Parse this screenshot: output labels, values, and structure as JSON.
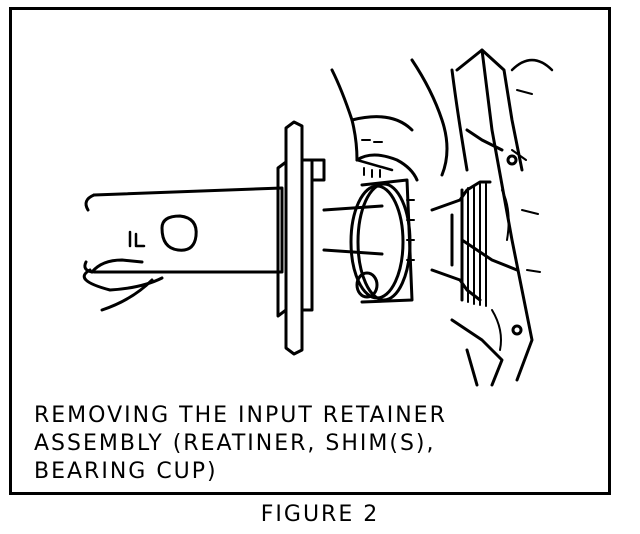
{
  "caption": {
    "line1": "REMOVING THE INPUT RETAINER",
    "line2": "ASSEMBLY (REATINER, SHIM(S),",
    "line3": "BEARING CUP)"
  },
  "figure_label": "FIGURE 2",
  "colors": {
    "ink": "#000000",
    "paper": "#ffffff"
  }
}
